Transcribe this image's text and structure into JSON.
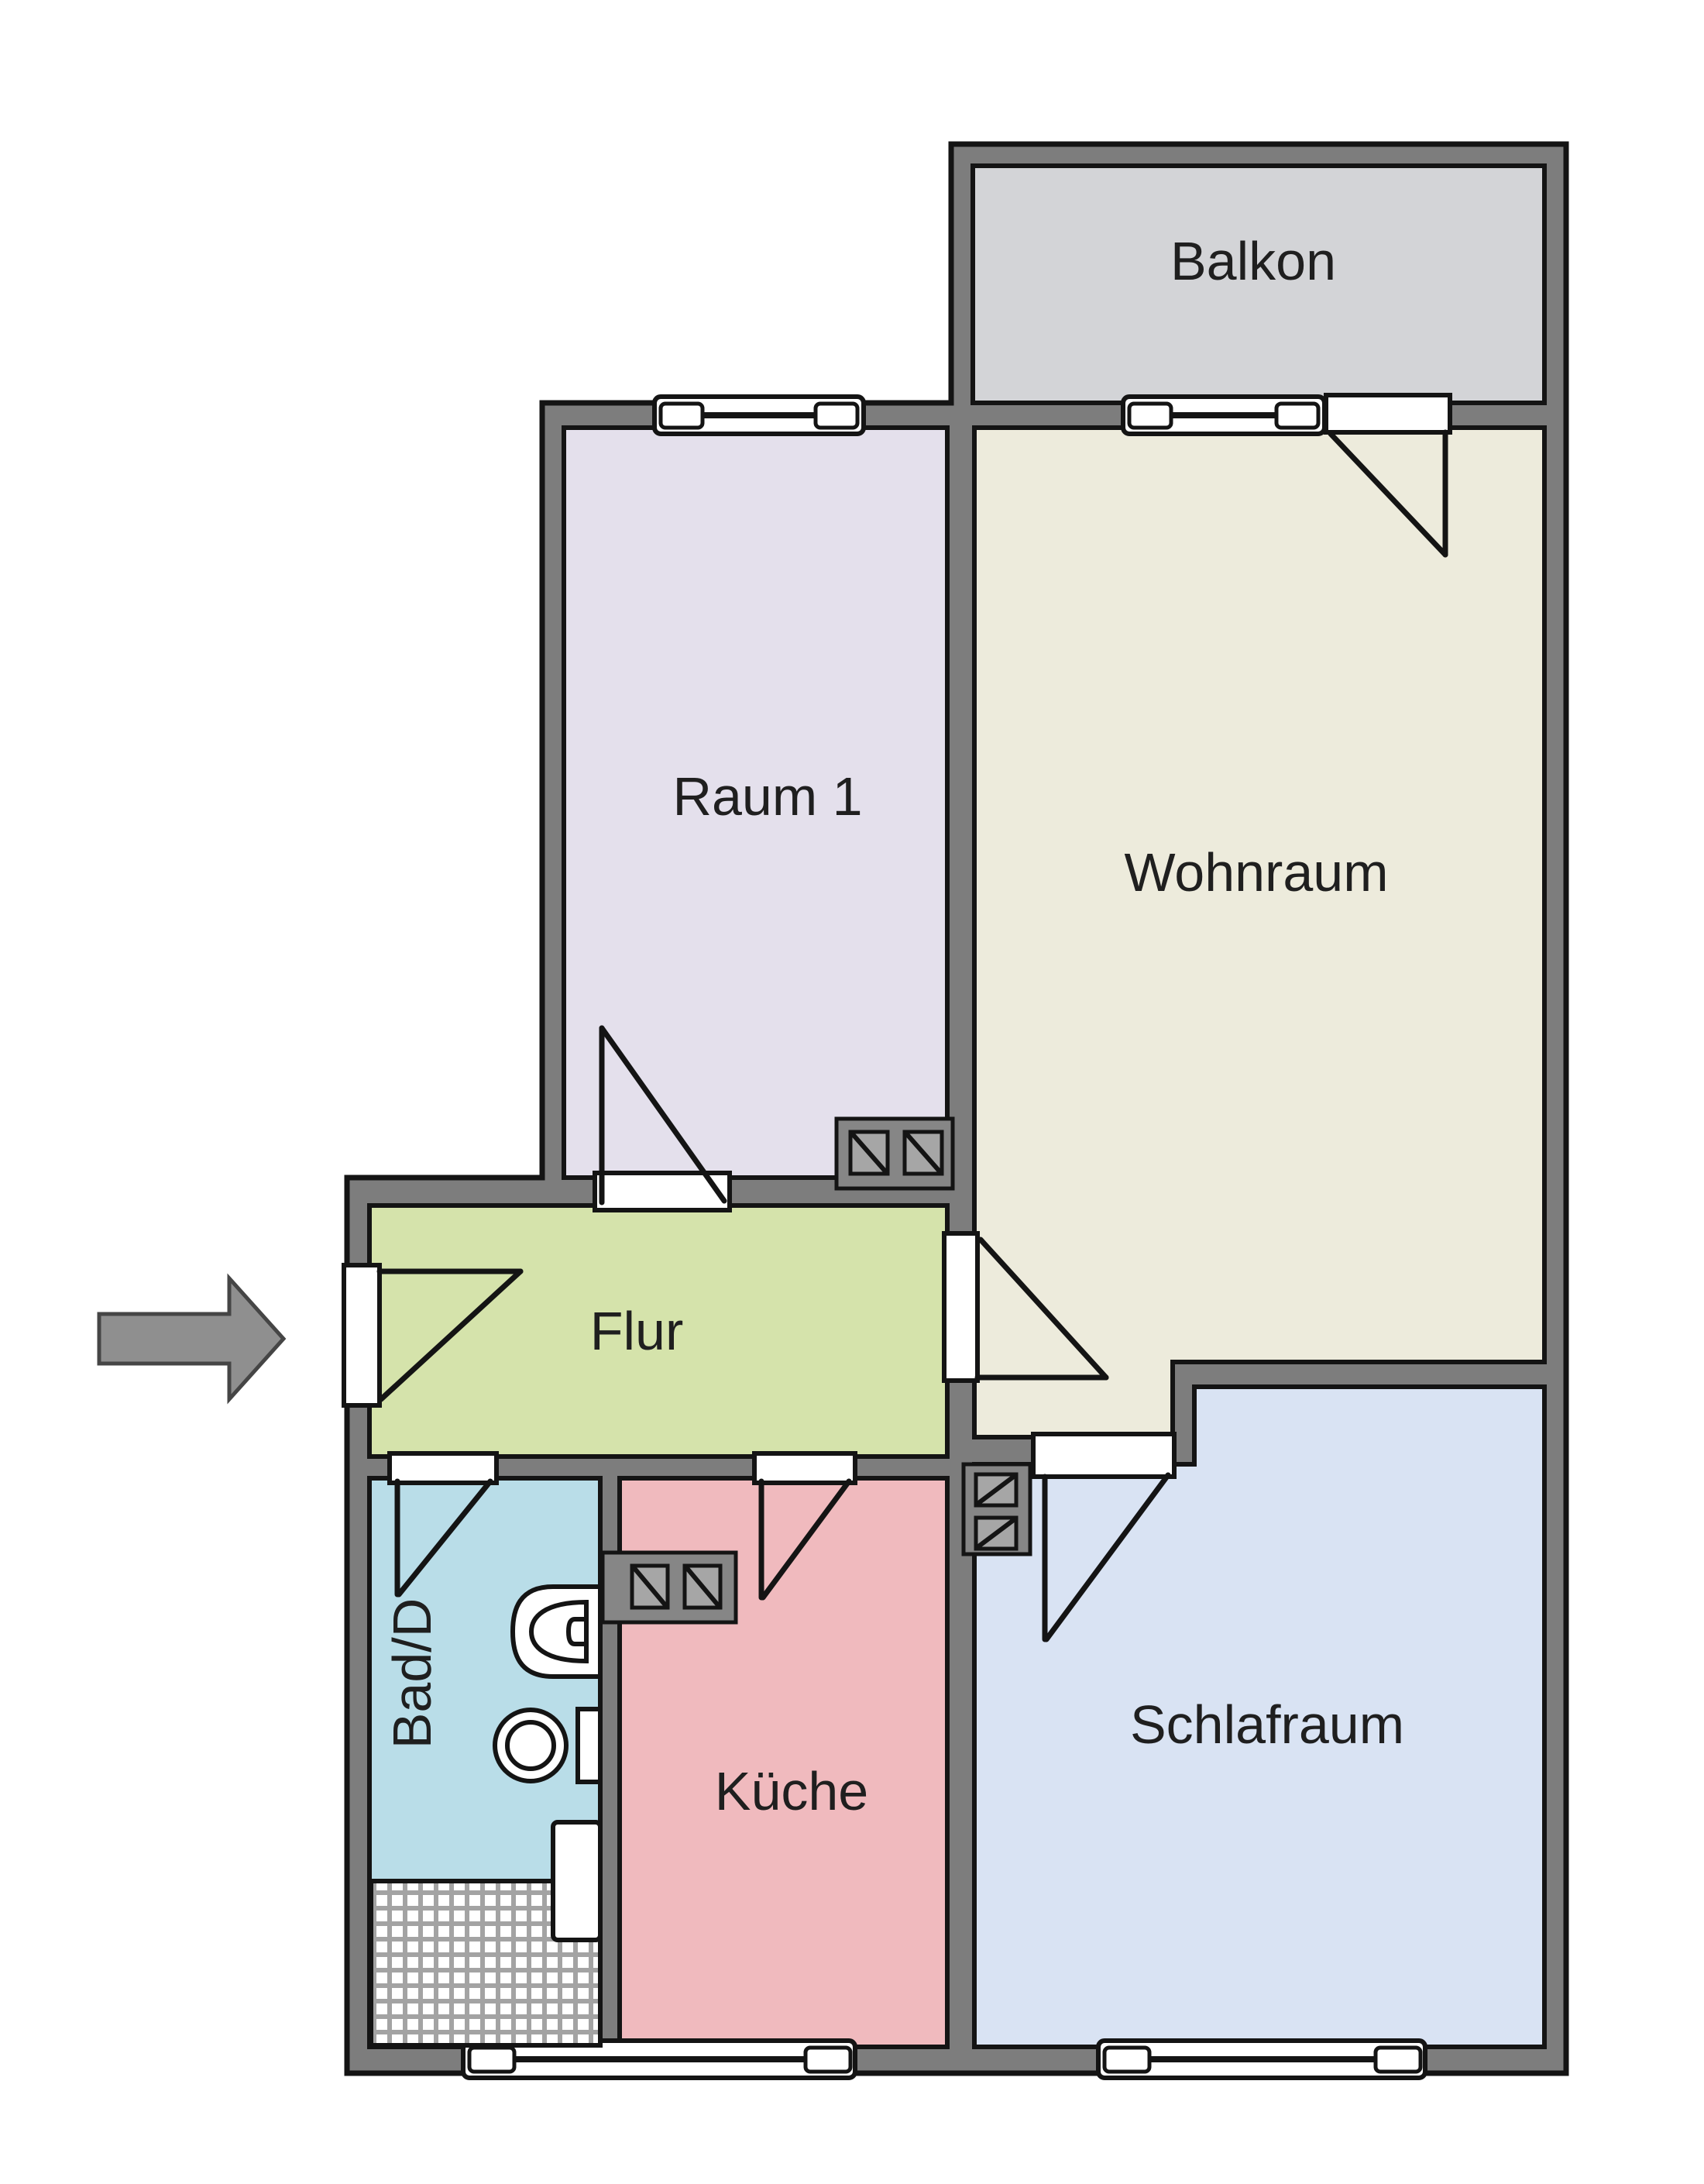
{
  "plan": {
    "type": "apartment-floor-plan",
    "rooms": {
      "balkon": {
        "label": "Balkon",
        "color": "#d3d4d7"
      },
      "raum1": {
        "label": "Raum 1",
        "color": "#e4e0ec"
      },
      "wohnraum": {
        "label": "Wohnraum",
        "color": "#edebdc"
      },
      "flur": {
        "label": "Flur",
        "color": "#d5e3ab"
      },
      "bad": {
        "label": "Bad/D",
        "color": "#b9dde8"
      },
      "kueche": {
        "label": "Küche",
        "color": "#f0babe"
      },
      "schlafraum": {
        "label": "Schlafraum",
        "color": "#d9e3f3"
      }
    },
    "colors": {
      "wall": "#7d7d7d",
      "outline": "#141414",
      "door_window_fill": "#ffffff",
      "shaft_box": "#868686",
      "shaft_square": "#a6a6a6",
      "shower_grid": "#a3a3a3",
      "arrow": "#8f8f8f",
      "background": "#ffffff"
    },
    "symbols": {
      "entrance_arrow": "right-arrow",
      "windows": [
        "raum1-top-window",
        "balcony-window",
        "bath-kitchen-bottom-window",
        "bedroom-bottom-window"
      ],
      "doors": [
        "entrance-door",
        "raum1-door",
        "wohnraum-door",
        "balcony-door",
        "bad-door",
        "kueche-door",
        "schlafraum-door"
      ],
      "shafts": [
        "raum1-shaft",
        "kueche-shaft",
        "schlafraum-shaft"
      ],
      "bath_fixtures": [
        "toilet",
        "round-basin",
        "washer-cabinet",
        "shower-tray"
      ]
    }
  }
}
